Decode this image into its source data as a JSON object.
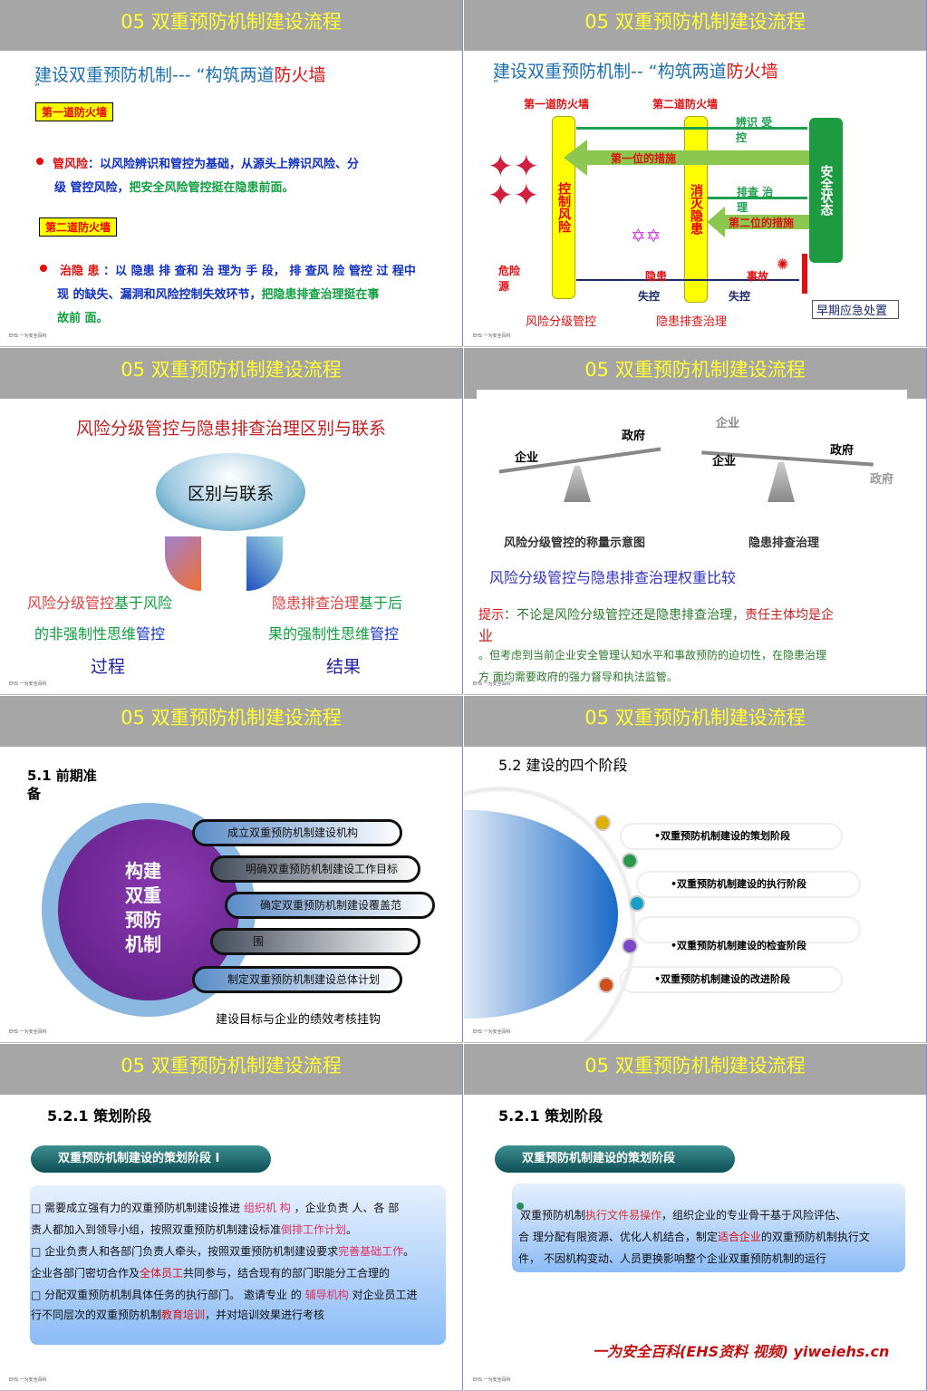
{
  "header_title": "05 双重预防机制建设流程",
  "footer_logo": "EHS 一为安全百科",
  "colors": {
    "header_bg": "#a6a6a6",
    "header_text": "#ffff33",
    "red": "#e01010",
    "blue": "#1030c0",
    "green": "#10a040"
  },
  "s1": {
    "title": [
      {
        "t": "建设双重预防机制---  “构筑两道",
        "c": "#1a6fb0"
      },
      {
        "t": "防火墙",
        "c": "#e01010"
      }
    ],
    "quote": "”",
    "tag1": "第一道防火墙",
    "line1a": [
      {
        "t": "管",
        "c": "#e01010"
      },
      {
        "t": "风险",
        "c": "#e01010"
      },
      {
        "t": "：以风险辨识和管控为基础，从源头上辨识风险、分",
        "c": "#1030c0"
      }
    ],
    "line1b": [
      {
        "t": "级 管控风险，",
        "c": "#1030c0"
      },
      {
        "t": "把安全风险管控挺在隐患前面。",
        "c": "#10a040"
      }
    ],
    "tag2": "第二道防火墙",
    "line2a": [
      {
        "t": "治隐 患",
        "c": "#e01010"
      },
      {
        "t": " ：以 隐患 排 查和 治 理为 手 段， 排 查风 险 管控 过 程中",
        "c": "#1030c0"
      }
    ],
    "line2b": [
      {
        "t": "现 的缺失、漏洞和风险控制失效环节，",
        "c": "#1030c0"
      },
      {
        "t": "把隐患排查治理挺在事",
        "c": "#10a040"
      }
    ],
    "line2c": [
      {
        "t": "故前 面。",
        "c": "#10a040"
      }
    ]
  },
  "s2": {
    "title": [
      {
        "t": "建设双重预防机制--  “构筑两道",
        "c": "#1a6fb0"
      },
      {
        "t": "防火墙",
        "c": "#e01010"
      }
    ],
    "quote": "”",
    "wall1": "第一道防火墙",
    "wall2": "第二道防火墙",
    "bar1": "控制风险",
    "bar2": "消灭隐患",
    "safe": "安全状态",
    "identify": "辨识 受控",
    "measure1": "第一位的措施",
    "check": "排查 治理",
    "measure2": "第二位的措施",
    "hazard": "危险源",
    "hidden": "隐患",
    "lose1": "失控",
    "lose2": "失控",
    "accident": "事故",
    "risk_label": "风险分级管控",
    "hidden_label": "隐患排查治理",
    "emergency": "早期应急处置"
  },
  "s3": {
    "title": "风险分级管控与隐患排查治理区别与联系",
    "center": "区别与联系",
    "left1": [
      {
        "t": "风险分级管控",
        "c": "#e04040"
      },
      {
        "t": "基于风险",
        "c": "#10a040"
      }
    ],
    "left2": [
      {
        "t": "的非强制性思维",
        "c": "#10a040"
      },
      {
        "t": "管控",
        "c": "#1030c0"
      }
    ],
    "left3": "过程",
    "right1": [
      {
        "t": "隐患排查治理",
        "c": "#e04040"
      },
      {
        "t": "基于后",
        "c": "#10a040"
      }
    ],
    "right2": [
      {
        "t": "果的强制性思维",
        "c": "#10a040"
      },
      {
        "t": "管控",
        "c": "#1030c0"
      }
    ],
    "right3": "结果"
  },
  "s4": {
    "gov1": "政府",
    "ent1": "企业",
    "ent_top": "企业",
    "ent2": "企业",
    "gov2": "政府",
    "gov3": "政府",
    "cap1": "风险分级管控的称量示意图",
    "cap2": "隐患排查治理",
    "subtitle": "风险分级管控与隐患排查治理权重比较",
    "tip1": [
      {
        "t": "提示",
        "c": "#e01010"
      },
      {
        "t": "：不论是风险分级管控还是隐患排查治理，",
        "c": "#2a7a2a"
      },
      {
        "t": "责任主体均是企",
        "c": "#c02020"
      }
    ],
    "tip2": [
      {
        "t": "业",
        "c": "#c02020"
      }
    ],
    "tip3": [
      {
        "t": "。但考虑到当前企业安全管理认知水平和事故预防的迫切性，在隐患治理",
        "c": "#2a7a2a"
      }
    ],
    "tip4": [
      {
        "t": "方 面均需要政府的强力督导和执法监管。",
        "c": "#2a7a2a"
      }
    ]
  },
  "s5": {
    "title": "5.1 前期准备",
    "circle": "构建双重预防机制",
    "items": [
      "成立双重预防机制建设机构",
      "明确双重预防机制建设工作目标",
      "确定双重预防机制建设覆盖范",
      "围",
      "制定双重预防机制建设总体计划"
    ],
    "note": "建设目标与企业的绩效考核挂钩"
  },
  "s6": {
    "title": "5.2 建设的四个阶段",
    "stages": [
      "•双重预防机制建设的策划阶段",
      "•双重预防机制建设的执行阶段",
      "•双重预防机制建设的检查阶段",
      "•双重预防机制建设的改进阶段"
    ],
    "dot_colors": [
      "#e0b000",
      "#2a9a4a",
      "#1aa0c8",
      "#7a4ac8",
      "#d0501a"
    ]
  },
  "s7": {
    "title": "5.2.1 策划阶段",
    "ribbon": "双重预防机制建设的策划阶段 I",
    "lines": [
      [
        {
          "t": "□ 需要成立强有力的双重预防机制建设推进",
          "c": "#111"
        },
        {
          "t": " 组织机 构",
          "c": "#e03060"
        },
        {
          "t": " ，企业负责 人、各 部",
          "c": "#111"
        }
      ],
      [
        {
          "t": "   责人都加入到领导小组，按照双重预防机制建设标准",
          "c": "#111"
        },
        {
          "t": "倒排工作计划",
          "c": "#e03060"
        },
        {
          "t": "。",
          "c": "#111"
        }
      ],
      [
        {
          "t": "□ 企业负责人和各部门负责人牵头，按照双重预防机制建设要求",
          "c": "#111"
        },
        {
          "t": "完善基础工作",
          "c": "#e03060"
        },
        {
          "t": "。",
          "c": "#111"
        }
      ],
      [
        {
          "t": "   企业各部门密切合作及",
          "c": "#111"
        },
        {
          "t": "全体员工",
          "c": "#e01010"
        },
        {
          "t": "共同参与，结合现有的部门职能分工合理的",
          "c": "#111"
        }
      ],
      [
        {
          "t": "□ 分配双重预防机制具体任务的执行部门。 邀请专业 的 ",
          "c": "#111"
        },
        {
          "t": "辅导机构",
          "c": "#e03060"
        },
        {
          "t": " 对企业员工进",
          "c": "#111"
        }
      ],
      [
        {
          "t": "   行不同层次的双重预防机制",
          "c": "#111"
        },
        {
          "t": "教育培训",
          "c": "#e01010"
        },
        {
          "t": "，并对培训效果进行考核",
          "c": "#111"
        }
      ]
    ]
  },
  "s8": {
    "title": "5.2.1 策划阶段",
    "ribbon": "双重预防机制建设的策划阶段",
    "lines": [
      [
        {
          "t": "  双重预防机制",
          "c": "#111"
        },
        {
          "t": "执行文件易操作",
          "c": "#e03030"
        },
        {
          "t": "，组织企业的专业骨干基于风险评估、",
          "c": "#111"
        }
      ],
      [
        {
          "t": "合 理分配有限资源、优化人机结合，制定",
          "c": "#111"
        },
        {
          "t": "适合企业",
          "c": "#e01010"
        },
        {
          "t": "的双重预防机制执行文",
          "c": "#111"
        }
      ],
      [
        {
          "t": "件， 不因机构变动、人员更换影响整个企业双重预防机制的运行",
          "c": "#111"
        }
      ]
    ],
    "watermark": "一为安全百科(EHS资料 视频) yiweiehs.cn"
  }
}
